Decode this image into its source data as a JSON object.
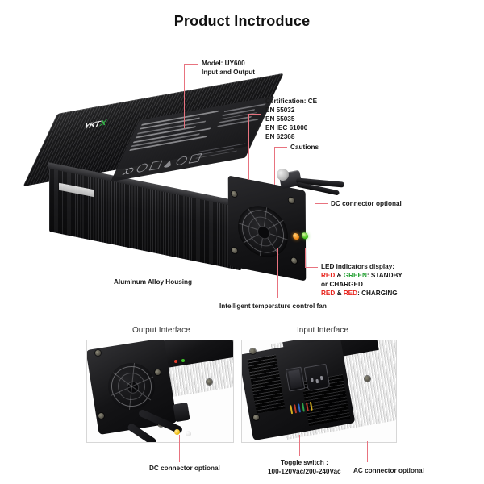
{
  "page": {
    "title": "Product Inctroduce"
  },
  "annotations": {
    "model": {
      "line1": "Model: UY600",
      "line2": "Input and Output"
    },
    "certification": {
      "lines": [
        "Certification: CE",
        "EN 55032",
        "EN 55035",
        "EN IEC 61000",
        "EN 62368"
      ]
    },
    "cautions": {
      "label": "Cautions"
    },
    "dc_connector": {
      "label": "DC connector optional"
    },
    "led_display": {
      "heading": "LED indicators display:",
      "line1": {
        "red": "RED",
        "amp": " & ",
        "green": "GREEN",
        "rest": ": STANDBY"
      },
      "line2": "or CHARGED",
      "line3": {
        "red1": "RED",
        "amp": " & ",
        "red2": "RED",
        "rest": ": CHARGING"
      }
    },
    "housing": {
      "label": "Aluminum Alloy Housing"
    },
    "fan": {
      "label": "Intelligent temperature control fan"
    }
  },
  "sections": {
    "output": {
      "heading": "Output Interface",
      "caption": "DC connector optional"
    },
    "input": {
      "heading": "Input Interface",
      "caption_line1": "Toggle switch :",
      "caption_line2": "100-120Vac/200-240Vac",
      "caption_ac": "AC connector optional"
    }
  },
  "product": {
    "brand_left": "YKT",
    "brand_right": "X"
  },
  "colors": {
    "leader": "#e8737f",
    "red_text": "#e8251e",
    "green_text": "#1f9e2e",
    "title": "#111111",
    "panel_border": "#d7d7d7",
    "led_orange": "#f08a18",
    "led_green": "#46c21c"
  }
}
